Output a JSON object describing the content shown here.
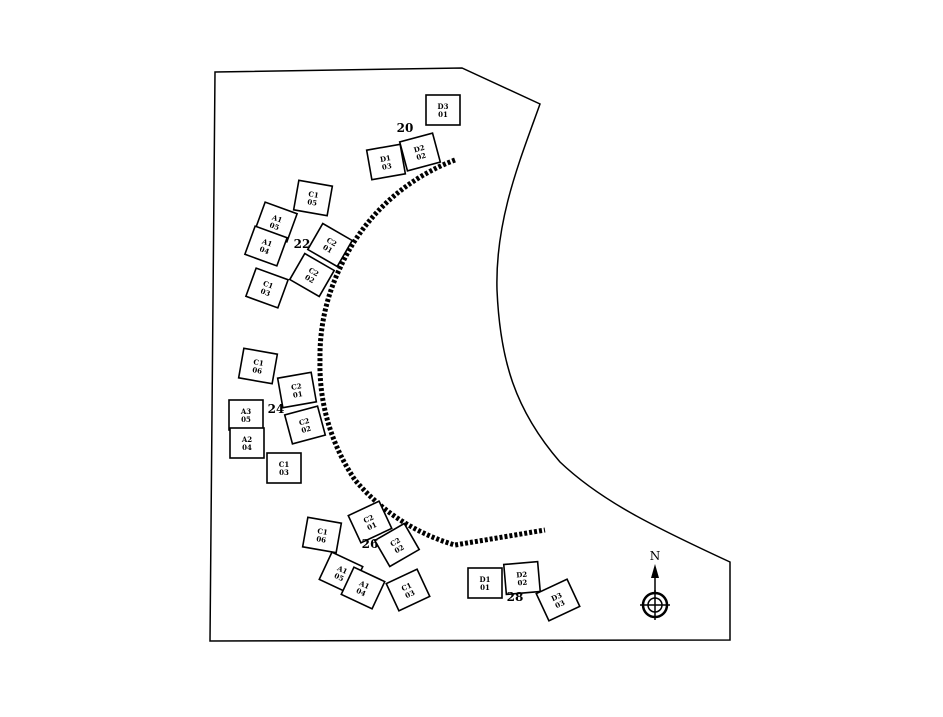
{
  "diagram": {
    "type": "site-plan",
    "north_label": "N",
    "blocks": [
      {
        "number": "20",
        "units": [
          {
            "type": "D3",
            "no": "01"
          },
          {
            "type": "D2",
            "no": "02"
          },
          {
            "type": "D1",
            "no": "03"
          }
        ]
      },
      {
        "number": "22",
        "units": [
          {
            "type": "C1",
            "no": "05"
          },
          {
            "type": "A1",
            "no": "05"
          },
          {
            "type": "A1",
            "no": "04"
          },
          {
            "type": "C2",
            "no": "01"
          },
          {
            "type": "C2",
            "no": "02"
          },
          {
            "type": "C1",
            "no": "03"
          }
        ]
      },
      {
        "number": "24",
        "units": [
          {
            "type": "C1",
            "no": "06"
          },
          {
            "type": "C2",
            "no": "01"
          },
          {
            "type": "A3",
            "no": "05"
          },
          {
            "type": "C2",
            "no": "02"
          },
          {
            "type": "A2",
            "no": "04"
          },
          {
            "type": "C1",
            "no": "03"
          }
        ]
      },
      {
        "number": "26",
        "units": [
          {
            "type": "C1",
            "no": "06"
          },
          {
            "type": "C2",
            "no": "01"
          },
          {
            "type": "C2",
            "no": "02"
          },
          {
            "type": "A1",
            "no": "05"
          },
          {
            "type": "A1",
            "no": "04"
          },
          {
            "type": "C1",
            "no": "03"
          }
        ]
      },
      {
        "number": "28",
        "units": [
          {
            "type": "D1",
            "no": "01"
          },
          {
            "type": "D2",
            "no": "02"
          },
          {
            "type": "D3",
            "no": "03"
          }
        ]
      }
    ]
  }
}
